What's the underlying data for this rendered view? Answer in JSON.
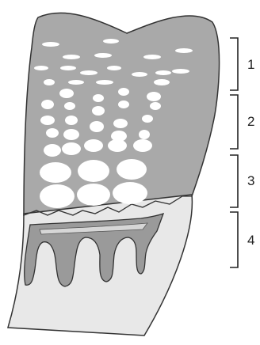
{
  "colors": {
    "bone_gray": "#a9a9a9",
    "lower_fill": "#e8e8e8",
    "dentine_gray": "#9a9a9a",
    "outline": "#333333",
    "holes": "#ffffff"
  },
  "zones": [
    {
      "id": "zone-1",
      "label": "1"
    },
    {
      "id": "zone-2",
      "label": "2"
    },
    {
      "id": "zone-3",
      "label": "3"
    },
    {
      "id": "zone-4",
      "label": "4"
    }
  ]
}
